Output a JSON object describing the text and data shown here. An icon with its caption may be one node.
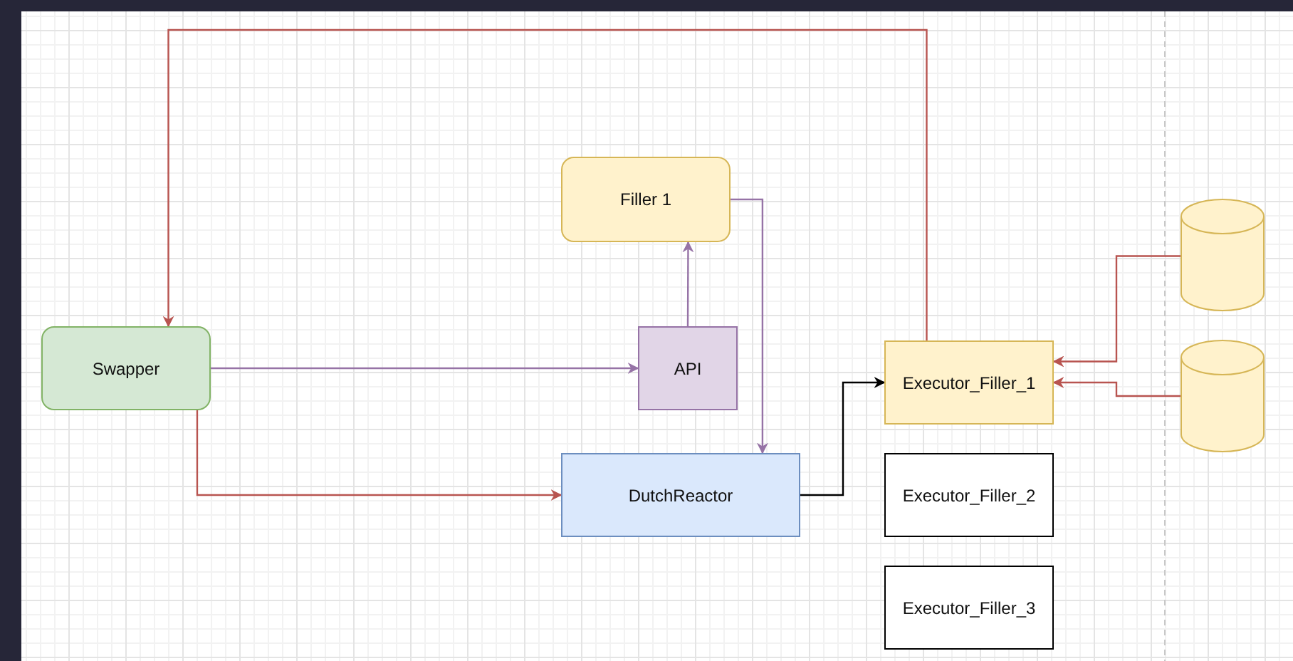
{
  "diagram": {
    "nodes": [
      {
        "text": [
          "Filler 1"
        ]
      },
      {
        "text": [
          "Swapper"
        ]
      },
      {
        "text": [
          "API"
        ]
      },
      {
        "text": [
          "Executor_Filler_1"
        ]
      },
      {
        "text": [],
        "shape": "cylinder"
      },
      {
        "text": [],
        "shape": "cylinder"
      },
      {
        "text": [
          "DutchReactor"
        ]
      },
      {
        "text": [
          "Executor_Filler_2"
        ]
      },
      {
        "text": [
          "Executor_Filler_3"
        ]
      }
    ],
    "edges": [
      {
        "from": 3,
        "to": 1,
        "arrow": "to"
      },
      {
        "from": 1,
        "to": 2,
        "arrow": "to",
        "color": "#9673a6"
      },
      {
        "from": 2,
        "to": 0,
        "arrow": "to",
        "color": "#9673a6"
      },
      {
        "from": 0,
        "to": 6,
        "arrow": "to",
        "color": "#9673a6"
      },
      {
        "from": 1,
        "to": 6,
        "arrow": "to"
      },
      {
        "from": 6,
        "to": 3,
        "arrow": "to",
        "color": "#000000"
      },
      {
        "from": 4,
        "to": 3,
        "arrow": "to"
      },
      {
        "from": 5,
        "to": 3,
        "arrow": "to"
      }
    ]
  }
}
